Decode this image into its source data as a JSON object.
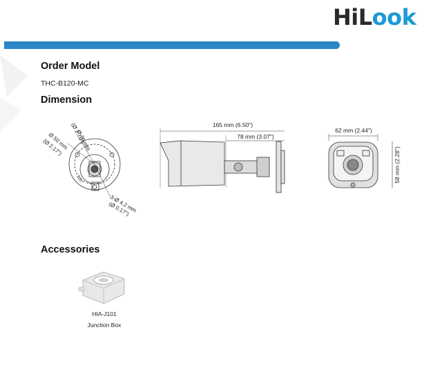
{
  "brand": {
    "logo_prefix": "Hi",
    "logo_mid": "oo",
    "logo_suffix": "k",
    "accent": "#2b86c5"
  },
  "order_model": {
    "heading": "Order Model",
    "value": "THC-B120-MC"
  },
  "dimension": {
    "heading": "Dimension",
    "front": {
      "d70": "Ø 70 mm",
      "d70_in": "(Ø 2.75\")",
      "d50": "Ø 50 mm",
      "d50_in": "(Ø 2.17\")",
      "angle": "120°",
      "holes": "3-Ø 4.2 mm",
      "holes_in": "(Ø 0.17\")"
    },
    "side": {
      "total": "165 mm (6.50\")",
      "partial": "78 mm  (3.07\")"
    },
    "rear": {
      "width": "62 mm (2.44\")",
      "height": "58 mm (2.28\")"
    }
  },
  "accessories": {
    "heading": "Accessories",
    "items": [
      {
        "model": "HIA-J101",
        "name": "Junction Box"
      }
    ]
  }
}
